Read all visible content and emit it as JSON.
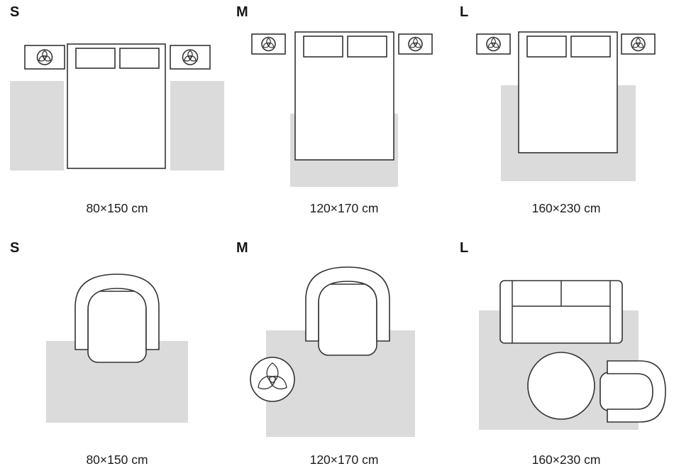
{
  "colors": {
    "background": "#ffffff",
    "rug_fill": "#dbdbdb",
    "outline": "#333333",
    "text": "#161616"
  },
  "icons": {
    "plant_icon": "three-leaf plant viewed from above inside a circle"
  },
  "rows": [
    {
      "scene": "bedroom",
      "panels": [
        {
          "size_label": "S",
          "dimensions": "80×150 cm"
        },
        {
          "size_label": "M",
          "dimensions": "120×170 cm"
        },
        {
          "size_label": "L",
          "dimensions": "160×230 cm"
        }
      ]
    },
    {
      "scene": "living-room",
      "panels": [
        {
          "size_label": "S",
          "dimensions": "80×150 cm"
        },
        {
          "size_label": "M",
          "dimensions": "120×170 cm"
        },
        {
          "size_label": "L",
          "dimensions": "160×230 cm"
        }
      ]
    }
  ]
}
